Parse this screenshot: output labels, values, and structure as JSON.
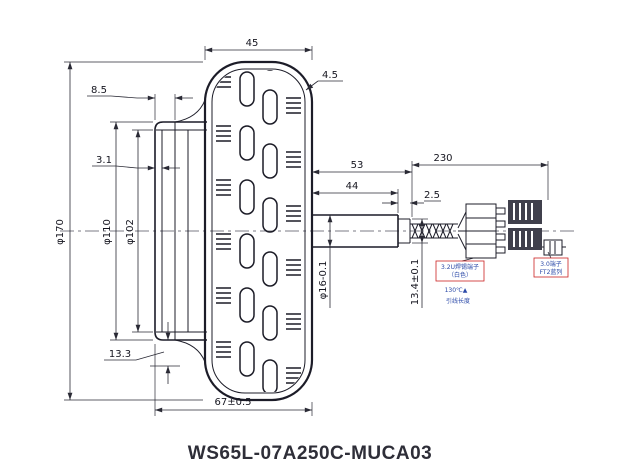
{
  "title": "WS65L-07A250C-MUCA03",
  "dims": {
    "tire_width": "45",
    "tread_depth": "4.5",
    "rim_offset": "8.5",
    "step": "3.1",
    "outer_dia": "φ170",
    "hub_dia": "φ110",
    "inner_dia": "φ102",
    "rim_depth": "13.3",
    "overall_width": "67±0.5",
    "shaft_total_len": "53",
    "cable_len": "230",
    "shaft_len": "44",
    "end_step": "2.5",
    "shaft_dia": "φ16-0.1",
    "flat_width": "13.4±0.1"
  },
  "annotations": {
    "terminal_left_1": "3.2U焊锡端子",
    "terminal_left_2": "（白色）",
    "temp_rating": "130℃▲",
    "lead_length": "引线长度",
    "terminal_right_1": "3.0端子",
    "terminal_right_2": "FT2蓝列"
  },
  "colors": {
    "line": "#1c1c28",
    "annotation_blue": "#2b49a8",
    "annotation_red": "#cc2222",
    "title": "#2e2e38"
  }
}
